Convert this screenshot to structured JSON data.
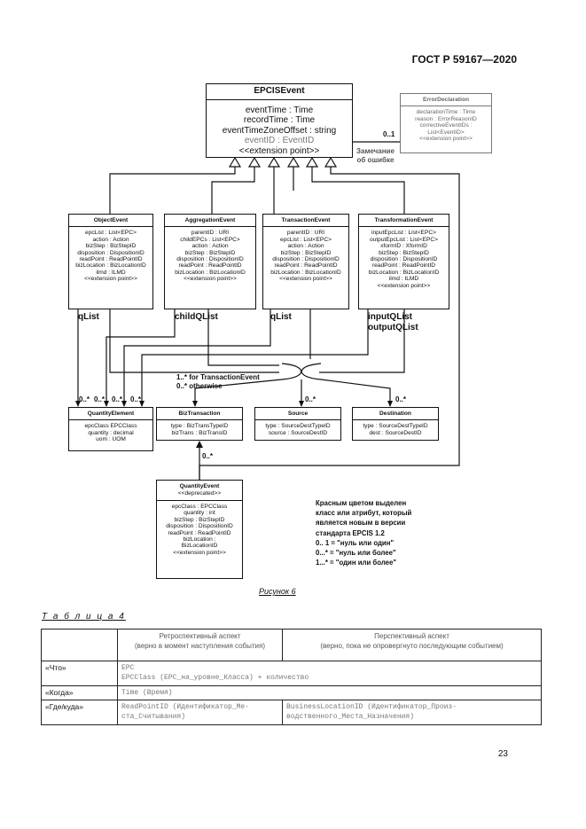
{
  "header": {
    "standard": "ГОСТ Р 59167—2020"
  },
  "diagram": {
    "epcis_event": {
      "title": "EPCISEvent",
      "attrs": [
        "eventTime : Time",
        "recordTime : Time",
        "eventTimeZoneOffset : string"
      ],
      "new_attr": "eventID : EventID",
      "ext": "<<extension point>>"
    },
    "error_declaration": {
      "title": "ErrorDeclaration",
      "attrs": [
        "declarationTime : Time",
        "reason : ErrorReasonID",
        "correctiveEventIDs :",
        "List<EventID>",
        "<<extension point>>"
      ]
    },
    "error_label": [
      "Замечание",
      "об ошибке"
    ],
    "error_mult": "0..1",
    "object_event": {
      "title": "ObjectEvent",
      "attrs": [
        "epcList : List<EPC>",
        "action : Action",
        "bizStep : BizStepID",
        "disposition : DispositionID",
        "readPoint : ReadPointID",
        "bizLocation : BizLocationID",
        "ilmd : ILMD",
        "<<extension point>>"
      ]
    },
    "aggregation_event": {
      "title": "AggregationEvent",
      "attrs": [
        "parentID : URI",
        "childEPCs : List<EPC>",
        "action : Action",
        "bizStep : BizStepID",
        "disposition : DispositionID",
        "readPoint : ReadPointID",
        "bizLocation : BizLocationID",
        "<<extension point>>"
      ]
    },
    "transaction_event": {
      "title": "TransactionEvent",
      "attrs": [
        "parentID : URI",
        "epcList : List<EPC>",
        "action : Action",
        "bizStep : BizStepID",
        "disposition : DispositionID",
        "readPoint : ReadPointID",
        "bizLocation : BizLocationID",
        "<<extension point>>"
      ]
    },
    "transformation_event": {
      "title": "TransformationEvent",
      "attrs": [
        "inputEpcList : List<EPC>",
        "outputEpcList : List<EPC>",
        "xformID : XformID",
        "bizStep : BizStepID",
        "disposition : DispositionID",
        "readPoint : ReadPointID",
        "bizLocation : BizLocationID",
        "ilmd : ILMD",
        "<<extension point>>"
      ]
    },
    "labels": {
      "qlist1": "qList",
      "childqlist": "childQList",
      "qlist2": "qList",
      "inputqlist": "inputQList",
      "outputqlist": "outputQList"
    },
    "mults": {
      "q1": "0..*",
      "q2": "0..*",
      "q3": "0..*",
      "q4": "0..*",
      "biztx": [
        "1..* for TransactionEvent",
        "0..* otherwise"
      ],
      "source": "0..*",
      "dest": "0..*",
      "qe": "0..*"
    },
    "quantity_element": {
      "title": "QuantityElement",
      "attrs": [
        "epcClass EPCClass",
        "quantity : decimal",
        "uom : UOM"
      ]
    },
    "biz_transaction": {
      "title": "BizTransaction",
      "attrs": [
        "type : BizTransTypeID",
        "bizTrans : BizTransID"
      ]
    },
    "source": {
      "title": "Source",
      "attrs": [
        "type : SourceDestTypeID",
        "source : SourceDestID"
      ]
    },
    "destination": {
      "title": "Destination",
      "attrs": [
        "type : SourceDestTypeID",
        "dest : SourceDestID"
      ]
    },
    "quantity_event": {
      "title": "QuantityEvent",
      "stereotype": "<<deprecated>>",
      "attrs": [
        "epcClass : EPCClass",
        "quantity : int",
        "bizStep : BizStepID",
        "disposition : DispositionID",
        "readPoint : ReadPointID",
        "bizLocation :",
        "BizLocationID",
        "<<extension point>>"
      ]
    },
    "note": [
      "Красным цветом выделен",
      "класс или атрибут, который",
      "является новым в версии",
      "стандарта EPCIS 1.2",
      "0.. 1 = \"нуль или один\"",
      "0...* = \"нуль или более\"",
      "1...* = \"один или более\""
    ]
  },
  "figure_caption": "Рисунок 6",
  "table_caption": "Т а б л и ц а  4",
  "table": {
    "headers": [
      "",
      "Ретроспективный аспект\n(верно в момент наступления события)",
      "Перспективный аспект\n(верно, пока не опровергнуто последующим событием)"
    ],
    "rows": [
      {
        "label": "«Что»",
        "retro": "EPC\nEPCClass (EPC_на_уровне_Класса) + количество",
        "persp": ""
      },
      {
        "label": "«Когда»",
        "retro": "Time (Время)",
        "persp": ""
      },
      {
        "label": "«Где/куда»",
        "retro": "ReadPointID (Идентификатор_Ме-\nста_Считывания)",
        "persp": "BusinessLocationID  (Идентификатор_Произ-\nводственного_Места_Назначения)"
      }
    ]
  },
  "page_number": "23"
}
